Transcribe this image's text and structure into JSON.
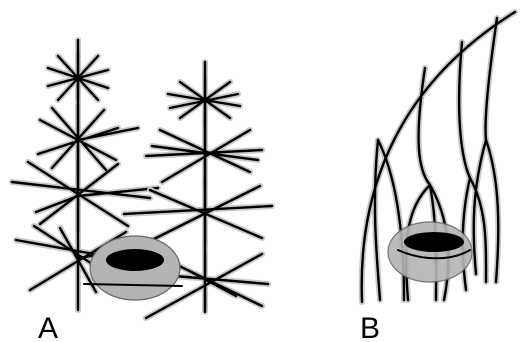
{
  "panels": [
    {
      "id": "A",
      "label": "A"
    },
    {
      "id": "B",
      "label": "B"
    }
  ],
  "colors": {
    "background": "#ffffff",
    "line": "#000000",
    "halo": "#c9c9c9",
    "nest_outer": "#b4b4b4",
    "nest_inner": "#000000"
  }
}
